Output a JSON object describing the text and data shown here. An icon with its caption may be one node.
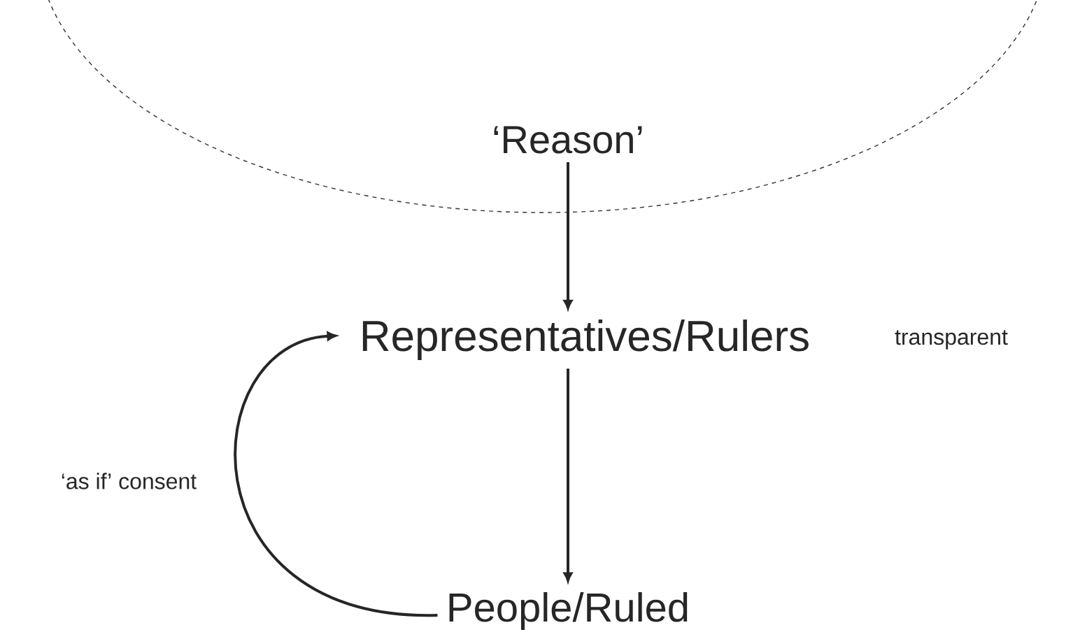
{
  "diagram": {
    "nodes": [
      {
        "text": [
          "‘Reason’"
        ]
      },
      {
        "text": [
          "Representatives/Rulers"
        ]
      },
      {
        "text": [
          "People/Ruled"
        ]
      }
    ],
    "edges": [
      {
        "from": 0,
        "to": 1,
        "arrow": "to"
      },
      {
        "from": 1,
        "to": 2,
        "arrow": "to"
      },
      {
        "from": 2,
        "to": 1,
        "arrow": "to",
        "label": "‘as if’ consent"
      }
    ],
    "labels": [
      "transparent"
    ]
  }
}
